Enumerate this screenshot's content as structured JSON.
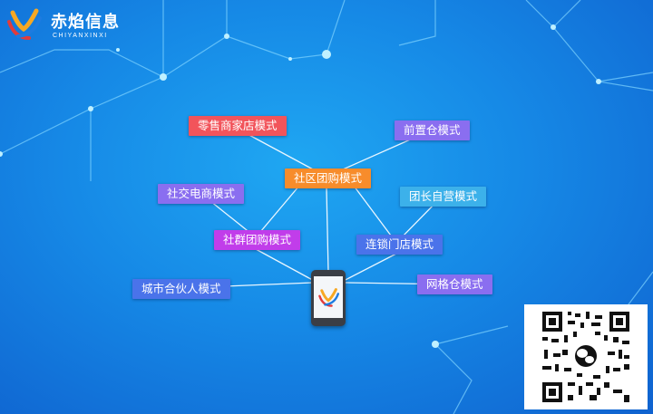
{
  "brand": {
    "name_cn": "赤焰信息",
    "name_en": "CHIYANXINXI",
    "logo_icon": "chiyan-logo-icon"
  },
  "center_node": {
    "label": "社区团购模式",
    "color": "#f78c2b"
  },
  "nodes": {
    "retail_store": {
      "label": "零售商家店模式",
      "color": "#f2545b"
    },
    "front_warehouse": {
      "label": "前置仓模式",
      "color": "#8a6ef0"
    },
    "social_ecommerce": {
      "label": "社交电商模式",
      "color": "#8a6ef0"
    },
    "leader_self_run": {
      "label": "团长自营模式",
      "color": "#3cb1ea"
    },
    "community_group": {
      "label": "社群团购模式",
      "color": "#c13dea"
    },
    "chain_store": {
      "label": "连锁门店模式",
      "color": "#4a73ea"
    },
    "city_partner": {
      "label": "城市合伙人模式",
      "color": "#4a73ea"
    },
    "grid_warehouse": {
      "label": "网格仓模式",
      "color": "#8a6ef0"
    }
  },
  "phone": {
    "icon": "phone-app-logo-icon"
  },
  "qr": {
    "icon": "wechat-icon"
  }
}
